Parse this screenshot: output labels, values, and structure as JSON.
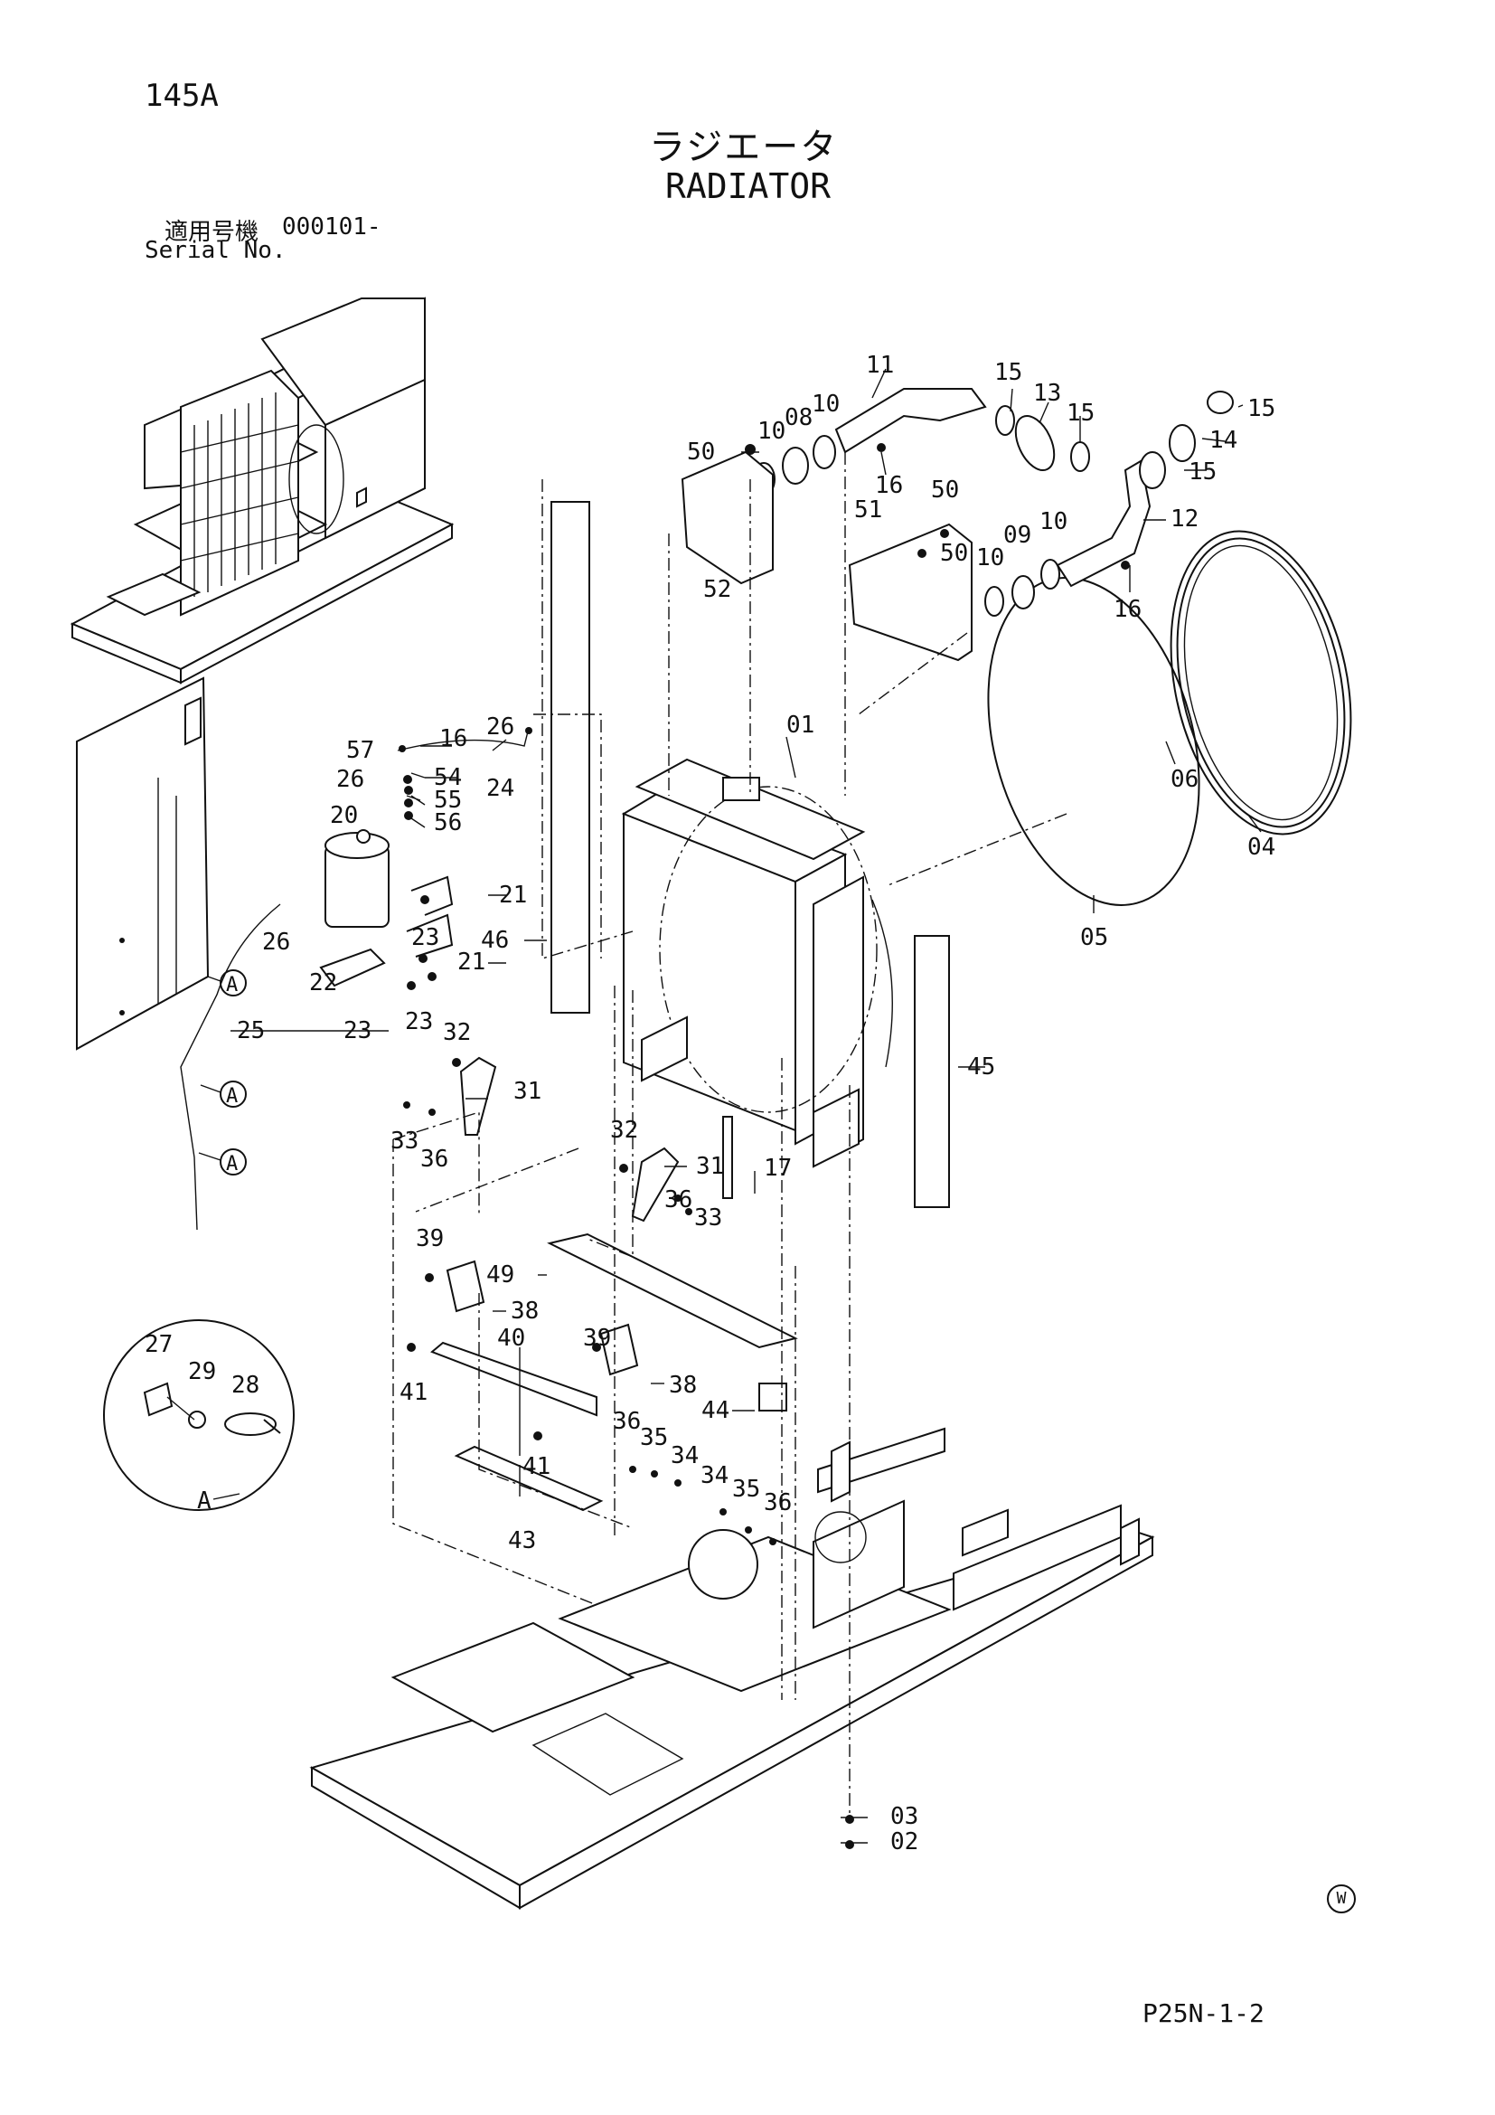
{
  "header": {
    "page_number": "145A",
    "title_jp": "ラジエータ",
    "title_en": "RADIATOR",
    "serial_label_jp": "適用号機",
    "serial_label_en": "Serial No.",
    "serial_value": "000101-"
  },
  "footer": {
    "drawing_code": "P25N-1-2",
    "mark": "W"
  },
  "detail": {
    "callout": "A",
    "label": "A"
  },
  "parts": [
    {
      "id": "p01",
      "num": "01"
    },
    {
      "id": "p02",
      "num": "02"
    },
    {
      "id": "p03",
      "num": "03"
    },
    {
      "id": "p04",
      "num": "04"
    },
    {
      "id": "p05",
      "num": "05"
    },
    {
      "id": "p06",
      "num": "06"
    },
    {
      "id": "p08",
      "num": "08"
    },
    {
      "id": "p09",
      "num": "09"
    },
    {
      "id": "p10a",
      "num": "10"
    },
    {
      "id": "p10b",
      "num": "10"
    },
    {
      "id": "p10c",
      "num": "10"
    },
    {
      "id": "p10d",
      "num": "10"
    },
    {
      "id": "p11",
      "num": "11"
    },
    {
      "id": "p12",
      "num": "12"
    },
    {
      "id": "p13",
      "num": "13"
    },
    {
      "id": "p14",
      "num": "14"
    },
    {
      "id": "p15a",
      "num": "15"
    },
    {
      "id": "p15b",
      "num": "15"
    },
    {
      "id": "p15c",
      "num": "15"
    },
    {
      "id": "p15d",
      "num": "15"
    },
    {
      "id": "p16a",
      "num": "16"
    },
    {
      "id": "p16b",
      "num": "16"
    },
    {
      "id": "p16c",
      "num": "16"
    },
    {
      "id": "p17",
      "num": "17"
    },
    {
      "id": "p20",
      "num": "20"
    },
    {
      "id": "p21a",
      "num": "21"
    },
    {
      "id": "p21b",
      "num": "21"
    },
    {
      "id": "p22",
      "num": "22"
    },
    {
      "id": "p23a",
      "num": "23"
    },
    {
      "id": "p23b",
      "num": "23"
    },
    {
      "id": "p23c",
      "num": "23"
    },
    {
      "id": "p24",
      "num": "24"
    },
    {
      "id": "p25",
      "num": "25"
    },
    {
      "id": "p26a",
      "num": "26"
    },
    {
      "id": "p26b",
      "num": "26"
    },
    {
      "id": "p26c",
      "num": "26"
    },
    {
      "id": "p27",
      "num": "27"
    },
    {
      "id": "p28",
      "num": "28"
    },
    {
      "id": "p29",
      "num": "29"
    },
    {
      "id": "p31a",
      "num": "31"
    },
    {
      "id": "p31b",
      "num": "31"
    },
    {
      "id": "p32a",
      "num": "32"
    },
    {
      "id": "p32b",
      "num": "32"
    },
    {
      "id": "p33a",
      "num": "33"
    },
    {
      "id": "p33b",
      "num": "33"
    },
    {
      "id": "p34a",
      "num": "34"
    },
    {
      "id": "p34b",
      "num": "34"
    },
    {
      "id": "p35a",
      "num": "35"
    },
    {
      "id": "p35b",
      "num": "35"
    },
    {
      "id": "p36a",
      "num": "36"
    },
    {
      "id": "p36b",
      "num": "36"
    },
    {
      "id": "p36c",
      "num": "36"
    },
    {
      "id": "p36d",
      "num": "36"
    },
    {
      "id": "p38a",
      "num": "38"
    },
    {
      "id": "p38b",
      "num": "38"
    },
    {
      "id": "p39a",
      "num": "39"
    },
    {
      "id": "p39b",
      "num": "39"
    },
    {
      "id": "p40",
      "num": "40"
    },
    {
      "id": "p41a",
      "num": "41"
    },
    {
      "id": "p41b",
      "num": "41"
    },
    {
      "id": "p43",
      "num": "43"
    },
    {
      "id": "p44",
      "num": "44"
    },
    {
      "id": "p45",
      "num": "45"
    },
    {
      "id": "p46",
      "num": "46"
    },
    {
      "id": "p49",
      "num": "49"
    },
    {
      "id": "p50a",
      "num": "50"
    },
    {
      "id": "p50b",
      "num": "50"
    },
    {
      "id": "p50c",
      "num": "50"
    },
    {
      "id": "p51",
      "num": "51"
    },
    {
      "id": "p52",
      "num": "52"
    },
    {
      "id": "p54",
      "num": "54"
    },
    {
      "id": "p55",
      "num": "55"
    },
    {
      "id": "p56",
      "num": "56"
    },
    {
      "id": "p57",
      "num": "57"
    }
  ]
}
